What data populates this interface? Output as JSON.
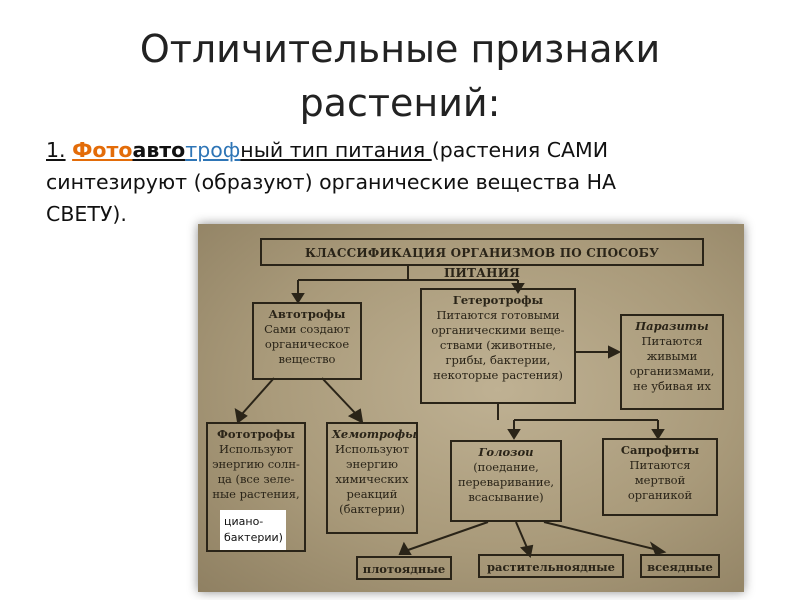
{
  "slide": {
    "title_line1": "Отличительные признаки",
    "title_line2": "растений:",
    "point": {
      "num": "1.",
      "p1": "Фото",
      "p2": "авто",
      "p3": "троф",
      "p4": "ный тип питания ",
      "rest1": "(растения САМИ",
      "rest2": "синтезируют (образуют) органические вещества НА",
      "rest3": "СВЕТУ)."
    }
  },
  "diagram": {
    "header": "КЛАССИФИКАЦИЯ ОРГАНИЗМОВ ПО СПОСОБУ ПИТАНИЯ",
    "auto": {
      "title": "Автотрофы",
      "lines": [
        "Сами создают",
        "органическое",
        "вещество"
      ]
    },
    "hetero": {
      "title": "Гетеротрофы",
      "lines": [
        "Питаются готовыми",
        "органическими веще-",
        "ствами (животные,",
        "грибы, бактерии,",
        "некоторые растения)"
      ]
    },
    "parasites": {
      "title": "Паразиты",
      "lines": [
        "Питаются",
        "живыми",
        "организмами,",
        "не убивая их"
      ]
    },
    "photo": {
      "title": "Фототрофы",
      "lines": [
        "Используют",
        "энергию солн-",
        "ца (все зеле-",
        "ные растения,"
      ]
    },
    "chemo": {
      "title": "Хемотрофы",
      "lines": [
        "Используют",
        "энергию",
        "химических",
        "реакций",
        "(бактерии)"
      ]
    },
    "holozoic": {
      "title": "Голозои",
      "lines": [
        "(поедание,",
        "переваривание,",
        "всасывание)"
      ]
    },
    "sapro": {
      "title": "Сапрофиты",
      "lines": [
        "Питаются",
        "мертвой",
        "органикой"
      ]
    },
    "bottom": [
      "плотоядные",
      "растительноядные",
      "всеядные"
    ],
    "sticker_lines": [
      "циано-",
      "бактерии)"
    ]
  }
}
